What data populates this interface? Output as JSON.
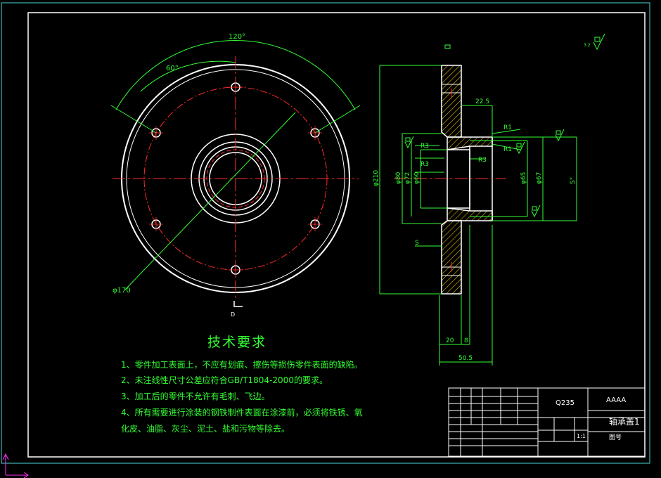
{
  "drawing": {
    "material": "Q235",
    "company": "AAAA",
    "part_name": "轴承盖1",
    "drawing_no_label": "图号",
    "scale": "1:1"
  },
  "dimensions": {
    "angle_120": "120°",
    "angle_60": "60°",
    "pcd": "φ170",
    "outer_dia": "φ210",
    "d80": "φ80",
    "d72": "φ72",
    "d60": "φ60",
    "d65": "φ65",
    "d67": "φ67",
    "len_22_5": "22.5",
    "len_20": "20",
    "len_8": "8",
    "len_50_5": "50.5",
    "r1_a": "R1",
    "r1_b": "R1",
    "r3_a": "R3",
    "r3_b": "R3",
    "r3_c": "R3",
    "s_left": "S",
    "s_right": "S°",
    "section_mark": "D",
    "roughness_note": "3.2"
  },
  "tech_requirements": {
    "title": "技术要求",
    "items": [
      "1、零件加工表面上，不应有划痕、擦伤等损伤零件表面的缺陷。",
      "2、未注线性尺寸公差应符合GB/T1804-2000的要求。",
      "3、加工后的零件不允许有毛刺、飞边。",
      "4、所有需要进行涂装的钢铁制件表面在涂漆前，必须将铁锈、氧",
      "化皮、油脂、灰尘、泥土、盐和污物等除去。"
    ]
  },
  "colors": {
    "background": "#000000",
    "geometry": "#ffffff",
    "centerline": "#ff2a2a",
    "dimension": "#33ff33",
    "frame_outer": "#4fd6d6",
    "ucs": "#ff33ff"
  }
}
